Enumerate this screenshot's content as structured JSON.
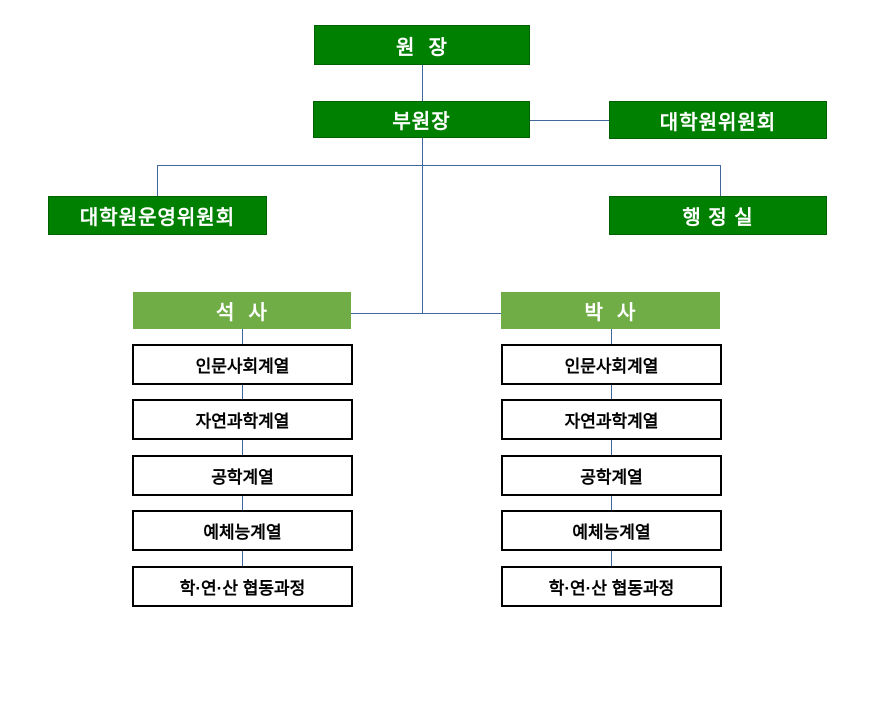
{
  "colors": {
    "header_dark_green": "#008000",
    "header_dark_green_border": "#006100",
    "header_light_green": "#70AD47",
    "connector_blue": "#41689E",
    "dept_box_border": "#000000",
    "dept_box_bg": "#ffffff",
    "header_text": "#ffffff",
    "dept_text": "#000000",
    "background": "#ffffff"
  },
  "org": {
    "director": {
      "label": "원  장"
    },
    "vice_director": {
      "label": "부원장"
    },
    "graduate_council": {
      "label": "대학원위원회"
    },
    "steering_committee": {
      "label": "대학원운영위원회"
    },
    "admin_office": {
      "label": "행 정 실"
    },
    "masters": {
      "label": "석  사",
      "departments": [
        "인문사회계열",
        "자연과학계열",
        "공학계열",
        "예체능계열",
        "학·연·산 협동과정"
      ]
    },
    "doctoral": {
      "label": "박  사",
      "departments": [
        "인문사회계열",
        "자연과학계열",
        "공학계열",
        "예체능계열",
        "학·연·산 협동과정"
      ]
    }
  }
}
